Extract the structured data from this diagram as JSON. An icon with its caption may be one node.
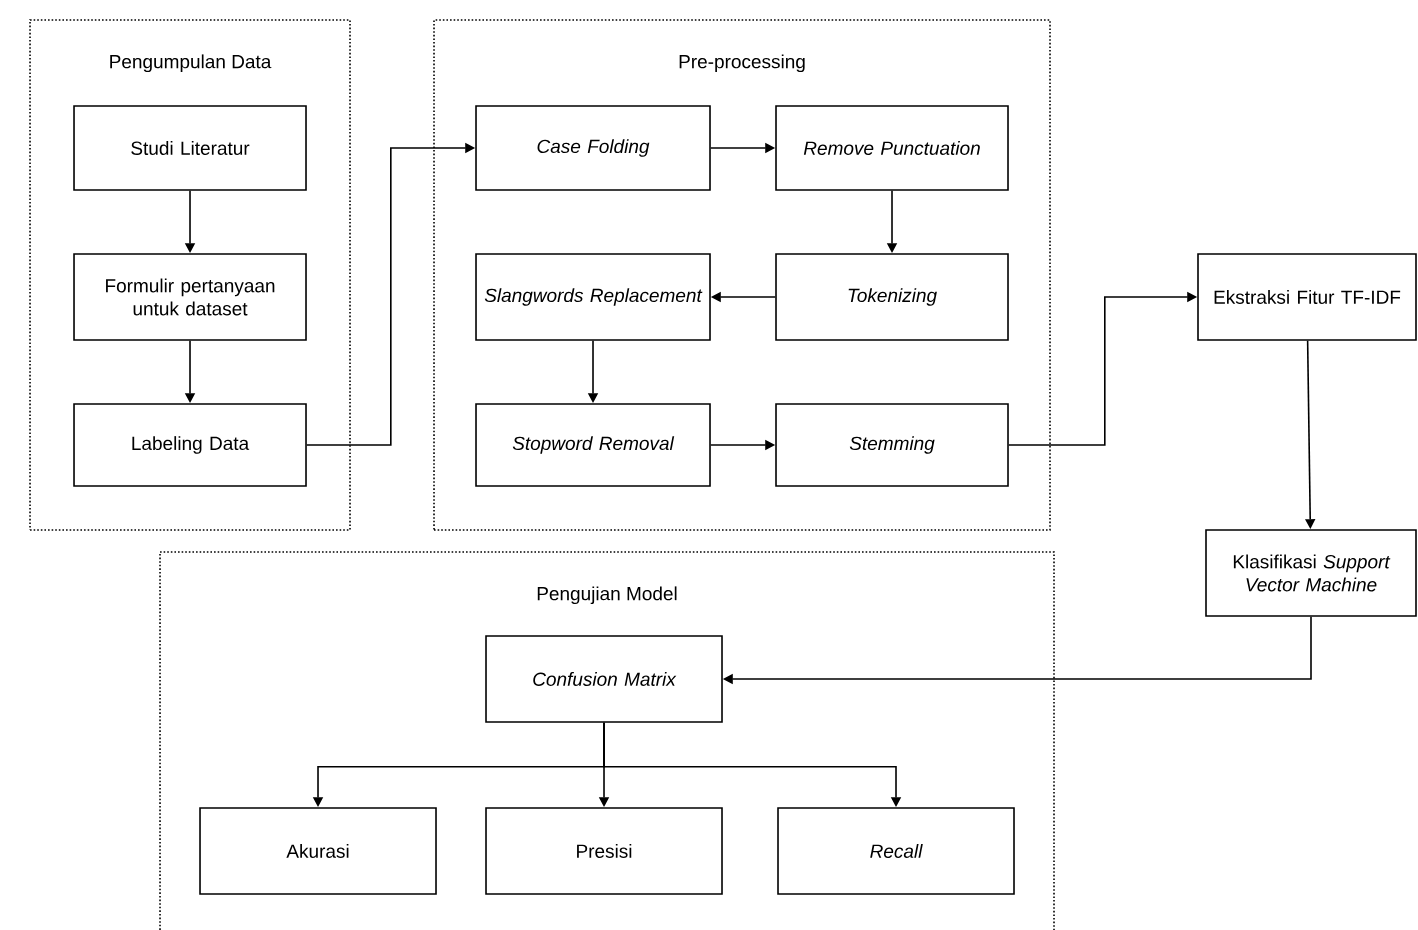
{
  "diagram": {
    "nodes": [
      {
        "text": [
          "Pengumpulan Data"
        ]
      },
      {
        "text": [
          "Studi Literatur"
        ],
        "in": 0
      },
      {
        "text": [
          "Formulir pertanyaan untuk dataset"
        ],
        "in": 0
      },
      {
        "text": [
          "Labeling Data"
        ],
        "in": 0
      },
      {
        "text": [
          "Pre-processing"
        ]
      },
      {
        "text": [
          "Case Folding"
        ],
        "in": 4
      },
      {
        "text": [
          "Remove Punctuation"
        ],
        "in": 4
      },
      {
        "text": [
          "Slangwords Replacement"
        ],
        "in": 4
      },
      {
        "text": [
          "Tokenizing"
        ],
        "in": 4
      },
      {
        "text": [
          "Stopword Removal"
        ],
        "in": 4
      },
      {
        "text": [
          "Stemming"
        ],
        "in": 4
      },
      {
        "text": [
          "Ekstraksi Fitur TF-IDF"
        ]
      },
      {
        "text": [
          "Klasifikasi *Support Vector Machine*"
        ]
      },
      {
        "text": [
          "Pengujian Model"
        ]
      },
      {
        "text": [
          "Confusion Matrix"
        ],
        "in": 13
      },
      {
        "text": [
          "Akurasi"
        ],
        "in": 13
      },
      {
        "text": [
          "Presisi"
        ],
        "in": 13
      },
      {
        "text": [
          "Recall"
        ],
        "in": 13
      }
    ],
    "edges": [
      {
        "from": 1,
        "to": 2,
        "arrow": "to"
      },
      {
        "from": 2,
        "to": 3,
        "arrow": "to"
      },
      {
        "from": 3,
        "to": 5,
        "arrow": "to"
      },
      {
        "from": 5,
        "to": 6,
        "arrow": "to"
      },
      {
        "from": 6,
        "to": 8,
        "arrow": "to"
      },
      {
        "from": 8,
        "to": 7,
        "arrow": "to"
      },
      {
        "from": 7,
        "to": 9,
        "arrow": "to"
      },
      {
        "from": 9,
        "to": 10,
        "arrow": "to"
      },
      {
        "from": 10,
        "to": 11,
        "arrow": "to"
      },
      {
        "from": 11,
        "to": 12,
        "arrow": "to"
      },
      {
        "from": 12,
        "to": 14,
        "arrow": "to"
      },
      {
        "from": 14,
        "to": 15,
        "arrow": "to"
      },
      {
        "from": 14,
        "to": 16,
        "arrow": "to"
      },
      {
        "from": 14,
        "to": 17,
        "arrow": "to"
      }
    ]
  }
}
